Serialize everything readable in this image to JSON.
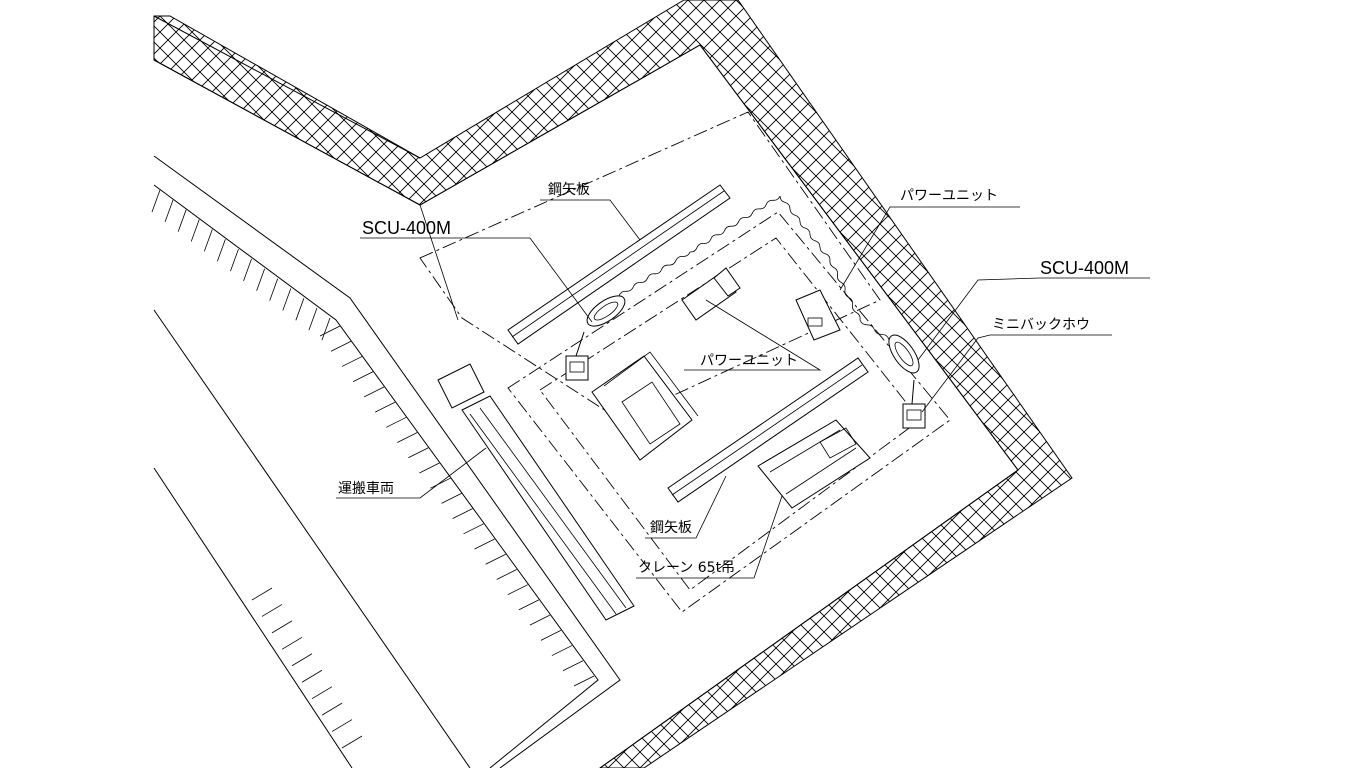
{
  "labels": {
    "steel_sheet_top": "鋼矢板",
    "scu_left": "SCU-400M",
    "power_unit_right": "パワーユニット",
    "scu_right": "SCU-400M",
    "mini_backhoe": "ミニバックホウ",
    "power_unit_center": "パワーユニット",
    "transport_vehicle": "運搬車両",
    "steel_sheet_bottom": "鋼矢板",
    "crane": "クレーン 65t吊"
  }
}
